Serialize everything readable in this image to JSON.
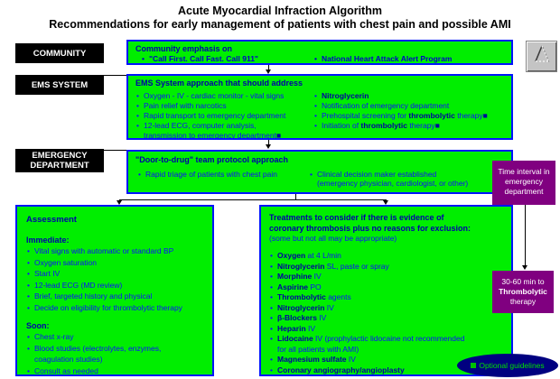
{
  "title": {
    "line1": "Acute Myocardial Infraction Algorithm",
    "line2": "Recommendations for early management of patients with chest pain and possible AMI"
  },
  "colors": {
    "box_green": "#00ee00",
    "border_blue": "#0014ff",
    "text_blue": "#0d0dff",
    "text_navy": "#0000a0",
    "purple": "#800080",
    "legend_navy": "#000080",
    "legend_green": "#00e000"
  },
  "community": {
    "label": "COMMUNITY",
    "header": "Community emphasis on",
    "bullet1": "\"Call First. Call Fast. Call 911\"",
    "bullet2": "National Heart Attack Alert Program"
  },
  "ems": {
    "label": "EMS SYSTEM",
    "header": "EMS System approach that should address",
    "left_items": [
      "Oxygen - IV - cardiac monitor - vital signs",
      "Pain relief with narcotics",
      "Rapid transport to emergency department",
      "12-lead ECG, computer analysis,\ntransmission to emergency department**■**"
    ],
    "right_items": [
      "**Nitroglycerin**",
      "Notification of emergency department",
      "Prehospital screening for **thrombolytic** therapy**■**",
      "Initiation of **thrombolytic** therapy**■**"
    ]
  },
  "emergency_department": {
    "label": "EMERGENCY DEPARTMENT",
    "header": "\"Door-to-drug\" team protocol approach",
    "bullet1": "Rapid triage of patients with chest pain",
    "bullet2": "Clinical decision maker established\n(emergency physician, cardiologist, or other)"
  },
  "assessment": {
    "title": "Assessment",
    "sections": [
      {
        "heading": "Immediate:",
        "items": [
          "Vital signs with automatic or standard BP",
          "Oxygen saturation",
          "Start IV",
          "12-lead ECG (MD review)",
          "Brief, targeted history and physical",
          "Decide on eligibility for thrombolytic therapy"
        ]
      },
      {
        "heading": "Soon:",
        "items": [
          "Chest x-ray",
          "Blood studies (electrolytes, enzymes,\ncoagulation studies)",
          "Consult as needed"
        ]
      }
    ]
  },
  "treatments": {
    "header": "Treatments to consider if there is evidence of\ncoronary thrombosis plus no reasons for exclusion:",
    "subheader": "(some but not all may be appropriate)",
    "items": [
      "**Oxygen** at 4 L/min",
      "**Nitroglycerin** SL, paste or spray",
      "**Morphine** IV",
      "**Aspirine** PO",
      "**Thrombolytic** agents",
      "**Nitroglycerin** IV",
      "**β-Blockers** IV",
      "**Heparin** IV",
      "**Lidocaine** IV (prophylactic lidocaine not recommended\nfor all patients with AMI)",
      "**Magnesium sulfate** IV",
      "**Coronary angiography/angioplasty**"
    ]
  },
  "side_notes": {
    "time_interval": "Time interval in emergency department",
    "therapy_time": "30-60 min to\n**Thrombolytic**\ntherapy",
    "legend": "Optional guidelines"
  }
}
